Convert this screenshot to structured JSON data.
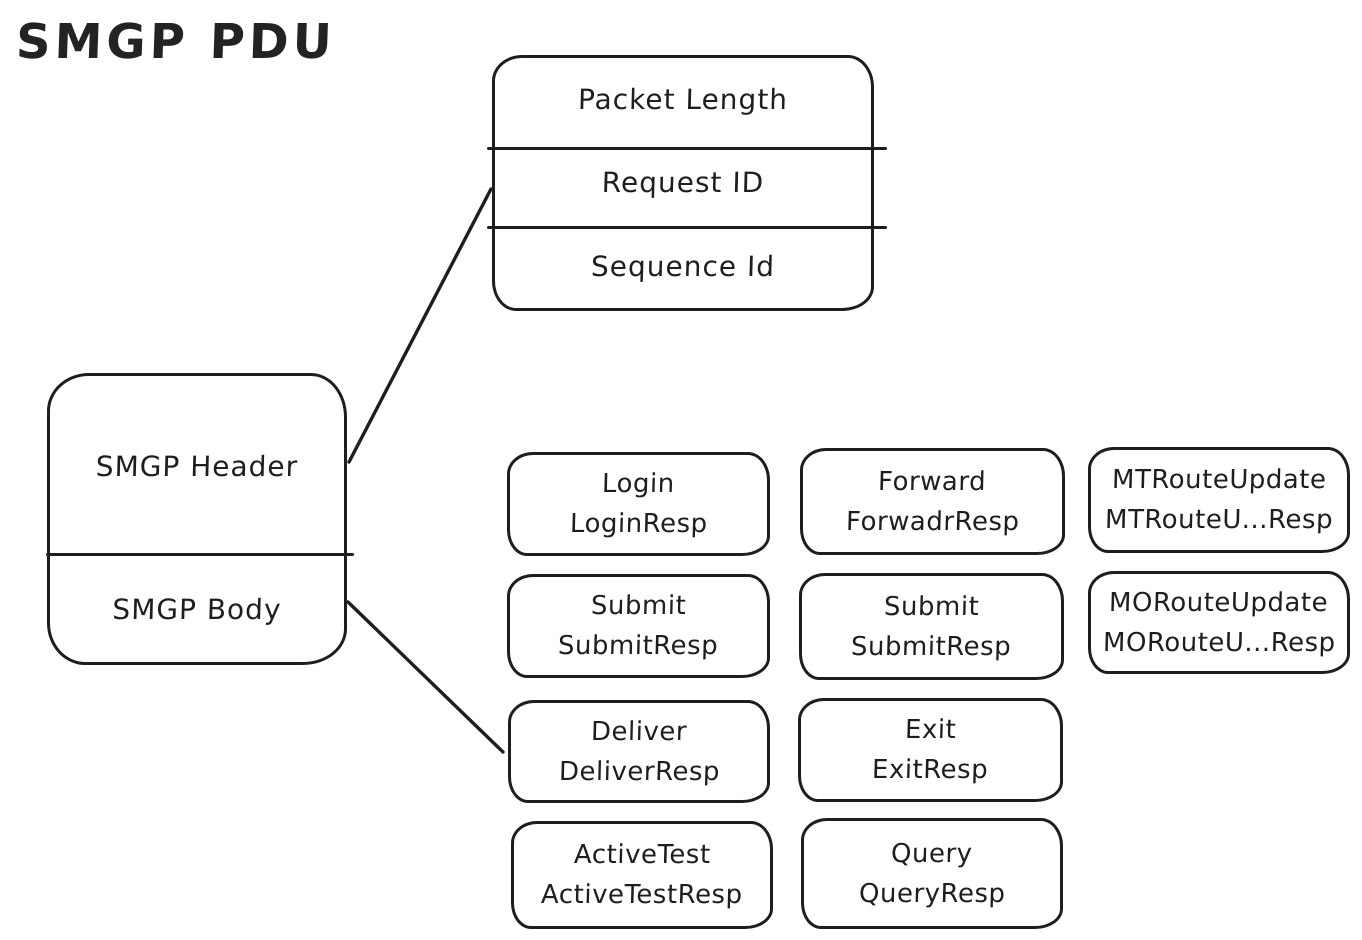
{
  "title": "SMGP PDU",
  "colors": {
    "stroke": "#1e1e1e",
    "background": "#ffffff"
  },
  "header_box": {
    "rows": [
      "Packet Length",
      "Request ID",
      "Sequence Id"
    ]
  },
  "pdu_box": {
    "sections": [
      "SMGP Header",
      "SMGP Body"
    ]
  },
  "body_boxes": [
    {
      "lines": [
        "Login",
        "LoginResp"
      ]
    },
    {
      "lines": [
        "Forward",
        "ForwadrResp"
      ]
    },
    {
      "lines": [
        "MTRouteUpdate",
        "MTRouteU...Resp"
      ]
    },
    {
      "lines": [
        "Submit",
        "SubmitResp"
      ]
    },
    {
      "lines": [
        "Submit",
        "SubmitResp"
      ]
    },
    {
      "lines": [
        "MORouteUpdate",
        "MORouteU...Resp"
      ]
    },
    {
      "lines": [
        "Deliver",
        "DeliverResp"
      ]
    },
    {
      "lines": [
        "Exit",
        "ExitResp"
      ]
    },
    {
      "lines": [
        "ActiveTest",
        "ActiveTestResp"
      ]
    },
    {
      "lines": [
        "Query",
        "QueryResp"
      ]
    }
  ]
}
